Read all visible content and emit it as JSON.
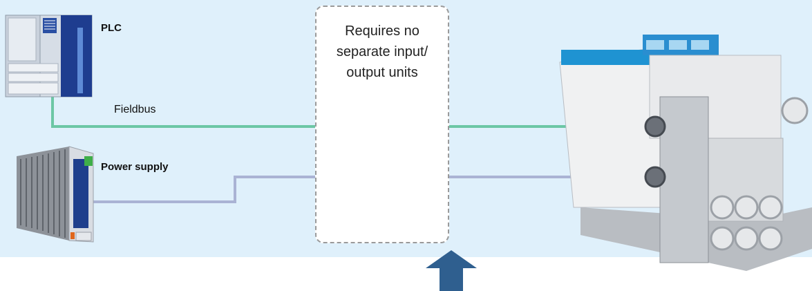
{
  "labels": {
    "plc": "PLC",
    "fieldbus": "Fieldbus",
    "power_supply": "Power supply"
  },
  "callout": {
    "lines": [
      "Requires no",
      "separate input/",
      "output units"
    ]
  },
  "colors": {
    "background": "#dff0fb",
    "fieldbus_line": "#6cc7a5",
    "power_line": "#aab3d4",
    "arrow": "#2f5f8f",
    "callout_border": "#9a9a9a"
  },
  "icons": [
    "plc-icon",
    "power-supply-icon",
    "valve-manifold-icon",
    "up-arrow-icon"
  ]
}
